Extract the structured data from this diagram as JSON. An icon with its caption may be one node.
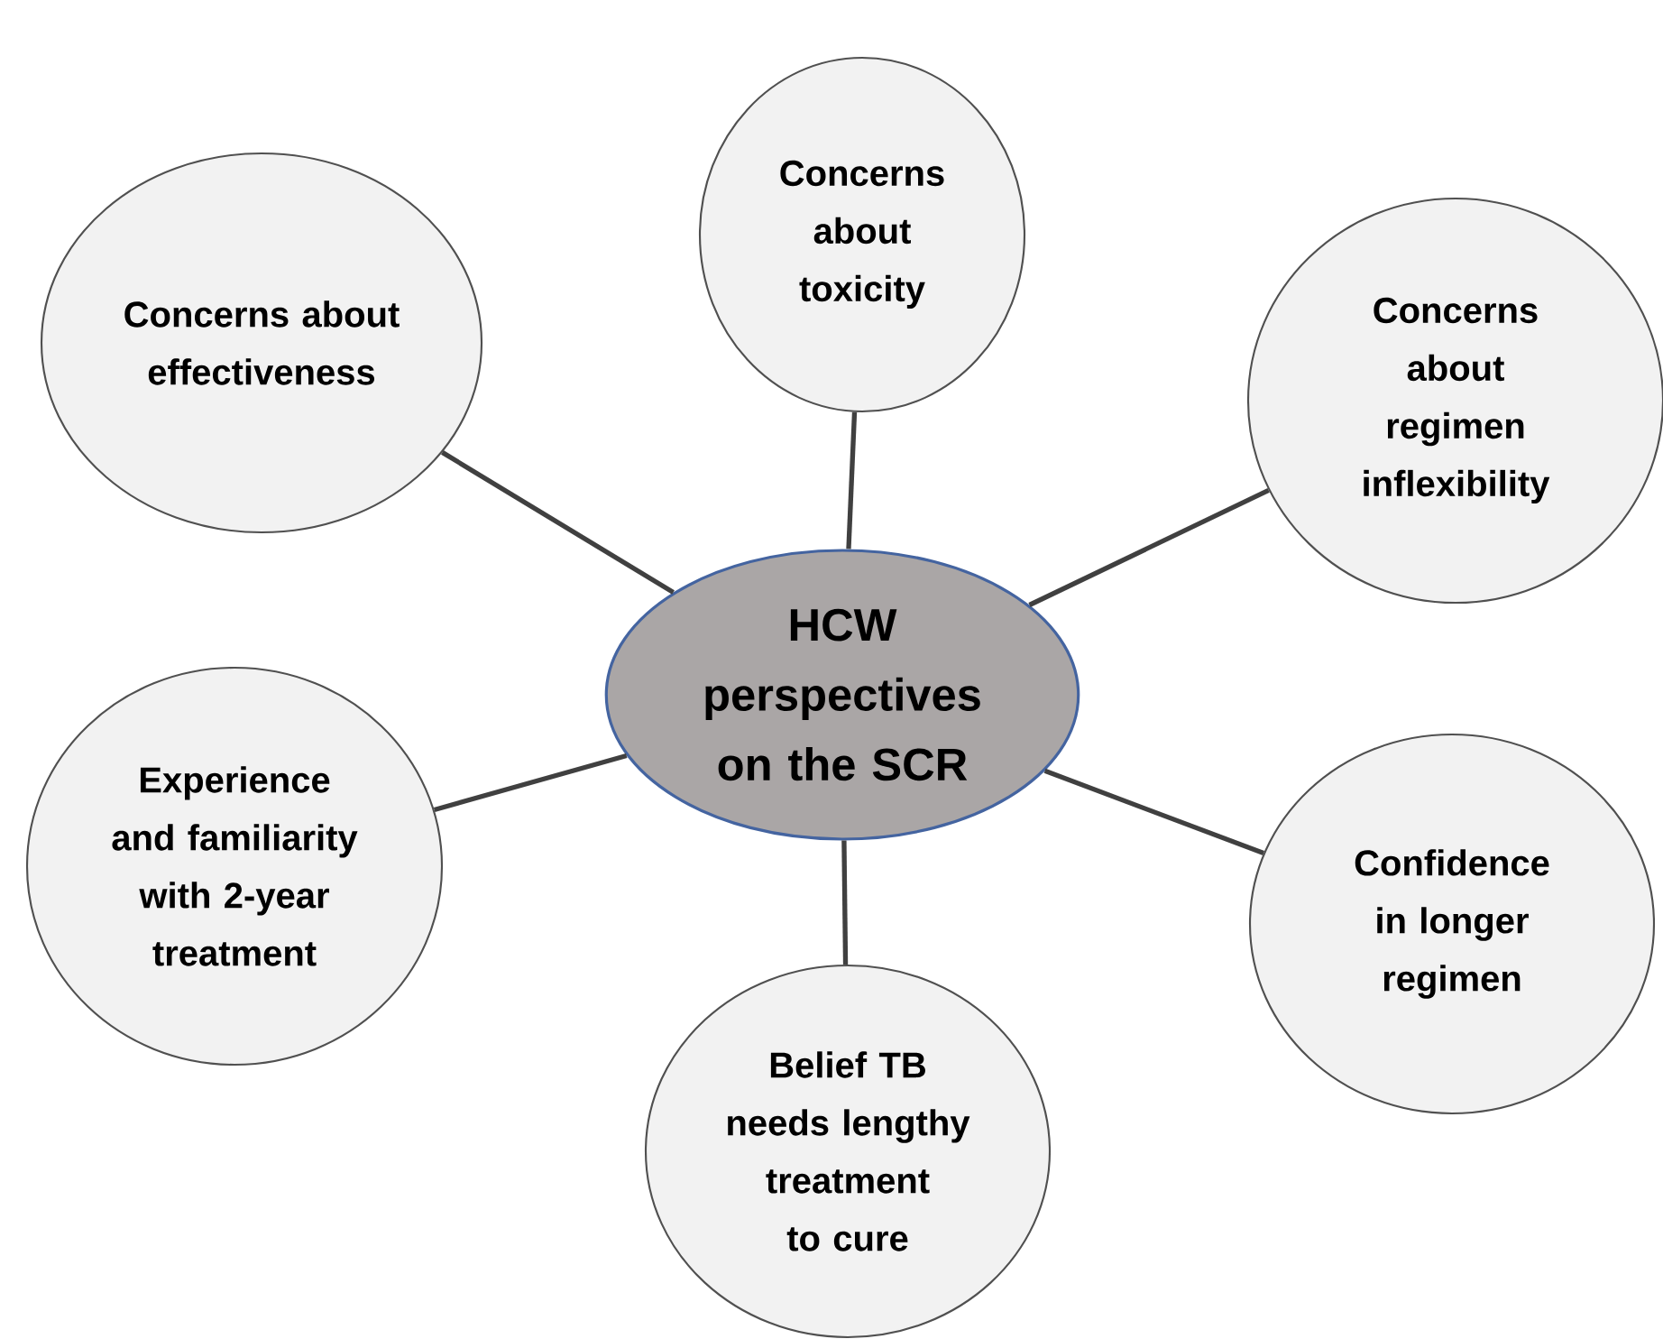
{
  "diagram": {
    "nodes": [
      {
        "text": [
          "HCW perspectives on the SCR"
        ]
      },
      {
        "text": [
          "Concerns about effectiveness"
        ]
      },
      {
        "text": [
          "Concerns about toxicity"
        ]
      },
      {
        "text": [
          "Concerns about regimen inflexibility"
        ]
      },
      {
        "text": [
          "Experience and familiarity with 2-year treatment"
        ]
      },
      {
        "text": [
          "Confidence in longer regimen"
        ]
      },
      {
        "text": [
          "Belief TB needs lengthy treatment to cure"
        ]
      }
    ],
    "edges": [
      {
        "from": 0,
        "to": 1,
        "arrow": "none"
      },
      {
        "from": 0,
        "to": 2,
        "arrow": "none"
      },
      {
        "from": 0,
        "to": 3,
        "arrow": "none"
      },
      {
        "from": 0,
        "to": 4,
        "arrow": "none"
      },
      {
        "from": 0,
        "to": 5,
        "arrow": "none"
      },
      {
        "from": 0,
        "to": 6,
        "arrow": "none"
      }
    ]
  }
}
